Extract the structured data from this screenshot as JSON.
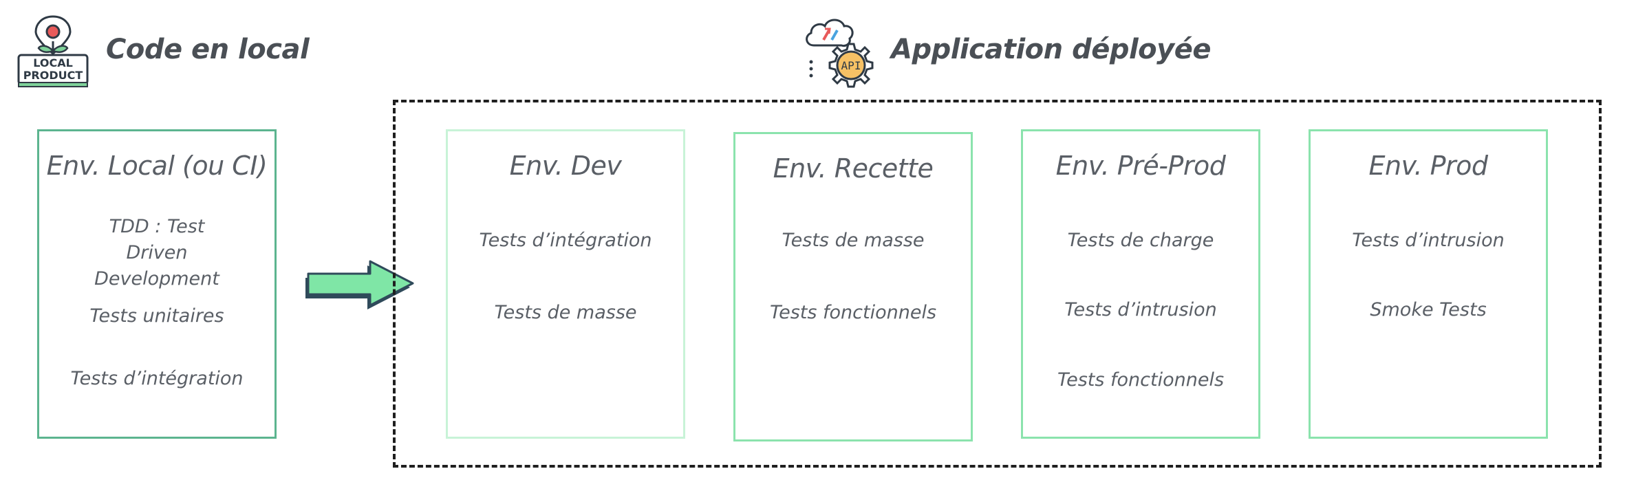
{
  "headers": {
    "local_title": "Code en local",
    "deployed_title": "Application déployée",
    "local_icon_text_1": "LOCAL",
    "local_icon_text_2": "PRODUCT",
    "api_icon_text": "API"
  },
  "environments": [
    {
      "title": "Env. Local (ou CI)",
      "tests": [
        "TDD : Test Driven Development",
        "Tests unitaires",
        "Tests d’intégration"
      ]
    },
    {
      "title": "Env. Dev",
      "tests": [
        "Tests d’intégration",
        "Tests de masse"
      ]
    },
    {
      "title": "Env. Recette",
      "tests": [
        "Tests de masse",
        "Tests fonctionnels"
      ]
    },
    {
      "title": "Env. Pré-Prod",
      "tests": [
        "Tests de charge",
        "Tests d’intrusion",
        "Tests fonctionnels"
      ]
    },
    {
      "title": "Env. Prod",
      "tests": [
        "Tests d’intrusion",
        "Smoke Tests"
      ]
    }
  ],
  "colors": {
    "box_border": "#8be3ad",
    "local_border": "#5cb48f",
    "arrow_fill": "#7fe6a6",
    "arrow_outline": "#2f4a5a",
    "frame": "#1f1f1f",
    "text": "#5a5f66"
  },
  "icons": [
    "local-product-icon",
    "api-cloud-gear-icon",
    "right-arrow-icon"
  ]
}
